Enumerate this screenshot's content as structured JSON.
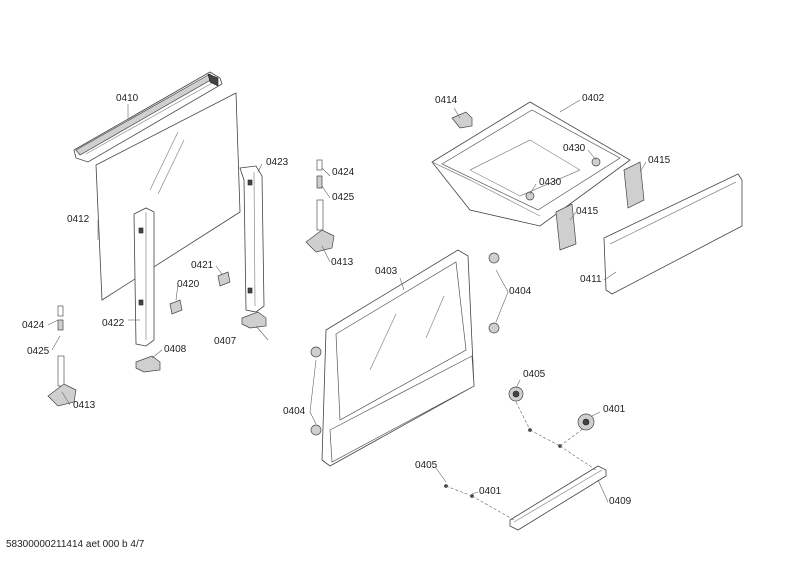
{
  "labels": {
    "p0410": "0410",
    "p0412": "0412",
    "p0422": "0422",
    "p0423": "0423",
    "p0421": "0421",
    "p0420": "0420",
    "p0408": "0408",
    "p0407": "0407",
    "p0424_left": "0424",
    "p0425_left": "0425",
    "p0413_left": "0413",
    "p0424_mid": "0424",
    "p0425_mid": "0425",
    "p0413_mid": "0413",
    "p0414": "0414",
    "p0402": "0402",
    "p0430_a": "0430",
    "p0430_b": "0430",
    "p0415_a": "0415",
    "p0415_b": "0415",
    "p0411": "0411",
    "p0403": "0403",
    "p0404_a": "0404",
    "p0404_b": "0404",
    "p0405_a": "0405",
    "p0405_b": "0405",
    "p0401_a": "0401",
    "p0401_b": "0401",
    "p0409": "0409"
  },
  "footer": "58300000211414 aet 000 b 4/7"
}
